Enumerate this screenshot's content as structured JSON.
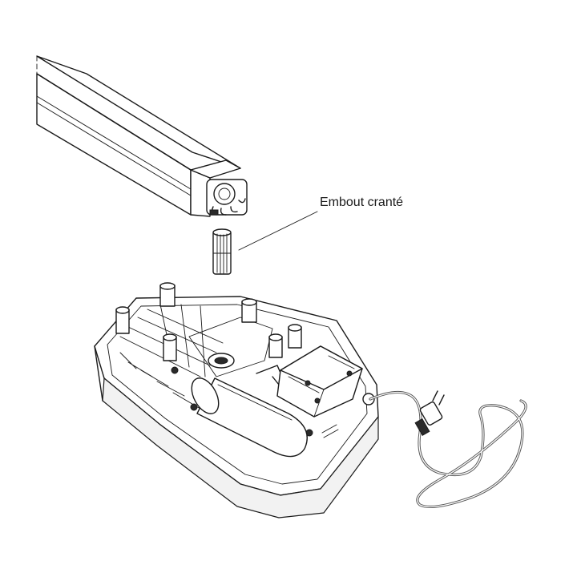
{
  "diagram": {
    "callout": {
      "label": "Embout cranté"
    },
    "parts": {
      "rail": "rail-beam",
      "splined_end": "splined-coupler",
      "motor_unit": "motor-housing",
      "power_cord": "power-cord-with-plug"
    },
    "colors": {
      "line": "#1a1a1a",
      "background": "#ffffff",
      "cord": "#555555"
    }
  }
}
